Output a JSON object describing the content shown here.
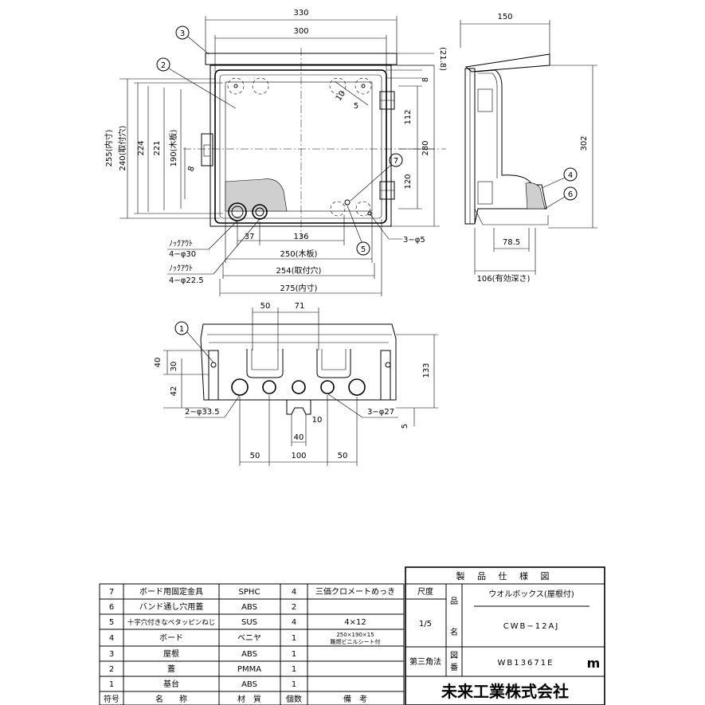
{
  "dims": {
    "front_overall_width": "330",
    "front_inner_width": "300",
    "roof_overhang": "(21.8)",
    "inner_height": "255(内寸)",
    "mount_hole_height": "240(取付穴)",
    "h224": "224",
    "h221": "221",
    "board_height": "190(木板)",
    "d8_left": "8",
    "d8_top_right": "8",
    "r10": "10",
    "d5_top_right": "5",
    "d112": "112",
    "d280": "280",
    "d120": "120",
    "d37": "37",
    "d136": "136",
    "board_width": "250(木板)",
    "mount_hole_width": "254(取付穴)",
    "inner_width": "275(内寸)",
    "side_depth_total": "150",
    "side_height": "302",
    "side_78_5": "78.5",
    "effective_depth": "106(有効深さ)",
    "bottom_50": "50",
    "bottom_71": "71",
    "bottom_40": "40",
    "bottom_30": "30",
    "bottom_42": "42",
    "bottom_133": "133",
    "bottom_10": "10",
    "bottom_5": "5",
    "bottom_40b": "40",
    "bottom_50a": "50",
    "bottom_100": "100",
    "bottom_50b": "50"
  },
  "callouts": {
    "knockout_1": "ﾉｯｸｱｳﾄ",
    "knockout_1_size": "4−φ30",
    "knockout_2": "ﾉｯｸｱｳﾄ",
    "knockout_2_size": "4−φ22.5",
    "holes_3_phi5": "3−φ5",
    "holes_2_phi33_5": "2−φ33.5",
    "holes_3_phi27": "3−φ27"
  },
  "part_markers": [
    "1",
    "2",
    "3",
    "4",
    "5",
    "6",
    "7"
  ],
  "parts_table": {
    "rows": [
      {
        "no": "7",
        "name": "ボード用固定金具",
        "material": "SPHC",
        "qty": "4",
        "note": "三価クロメートめっき"
      },
      {
        "no": "6",
        "name": "バンド通し穴用蓋",
        "material": "ABS",
        "qty": "2",
        "note": ""
      },
      {
        "no": "5",
        "name": "十字穴付きなベタッピンねじ",
        "material": "SUS",
        "qty": "4",
        "note": "4×12"
      },
      {
        "no": "4",
        "name": "ボード",
        "material": "ベニヤ",
        "qty": "1",
        "note": "250×190×15",
        "note2": "難燃ビニルシート付"
      },
      {
        "no": "3",
        "name": "屋根",
        "material": "ABS",
        "qty": "1",
        "note": ""
      },
      {
        "no": "2",
        "name": "蓋",
        "material": "PMMA",
        "qty": "1",
        "note": ""
      },
      {
        "no": "1",
        "name": "基台",
        "material": "ABS",
        "qty": "1",
        "note": ""
      }
    ],
    "header": {
      "no": "符号",
      "name": "名　　称",
      "material": "材　質",
      "qty": "個数",
      "note": "備　考"
    }
  },
  "title_block": {
    "title": "製 品 仕 様 図",
    "scale_label": "尺度",
    "scale_value": "1/5",
    "product_label_1": "品",
    "product_label_2": "名",
    "product_name": "ウオルボックス(屋根付)",
    "model": "CWB−12AJ",
    "projection": "第三角法",
    "drawing_no_label_1": "図",
    "drawing_no_label_2": "番",
    "drawing_no": "WB13671E",
    "logo_glyph": "m",
    "company": "未来工業株式会社"
  }
}
